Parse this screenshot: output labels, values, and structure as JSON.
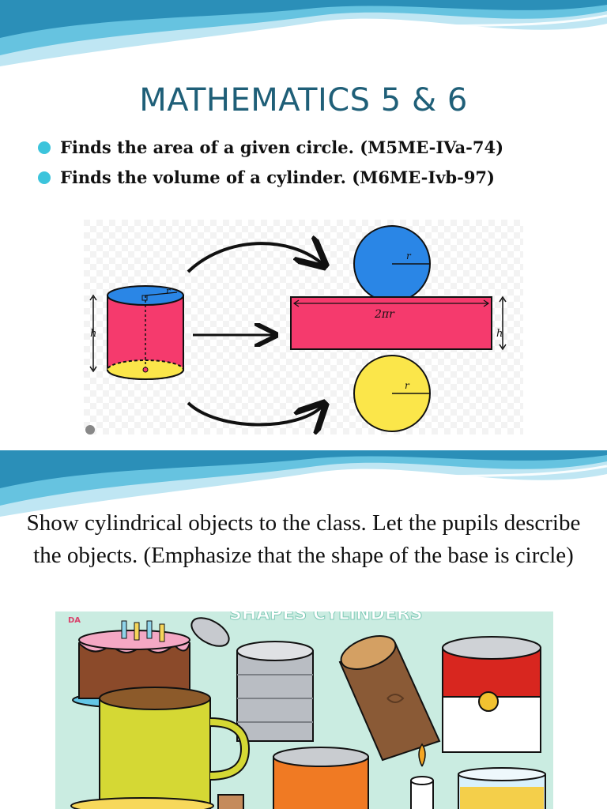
{
  "slide1": {
    "title": "MATHEMATICS 5 & 6",
    "objectives": [
      "Finds the area of a given circle. (M5ME-IVa-74)",
      "Finds the volume of a cylinder. (M6ME-Ivb-97)"
    ],
    "diagram": {
      "cylinder_radius_label": "r",
      "cylinder_height_label": "h",
      "top_circle_label": "r",
      "bottom_circle_label": "r",
      "rectangle_width_label": "2πr",
      "rectangle_height_label": "h"
    }
  },
  "slide2": {
    "instruction": "Show cylindrical objects to the class. Let the pupils describe the objects. (Emphasize that the shape of the base is circle)",
    "banner_text": "SHAPES CYLINDERS",
    "corner_text": "DA"
  },
  "colors": {
    "title": "#1f5f78",
    "bullet": "#3cc4dc",
    "wave_light": "#bfe6f3",
    "wave_mid": "#66c3e0",
    "wave_dark": "#2b8fb8",
    "rect_pink": "#f53a6d",
    "circle_blue": "#2a86e6",
    "circle_yellow": "#fbe64a"
  }
}
